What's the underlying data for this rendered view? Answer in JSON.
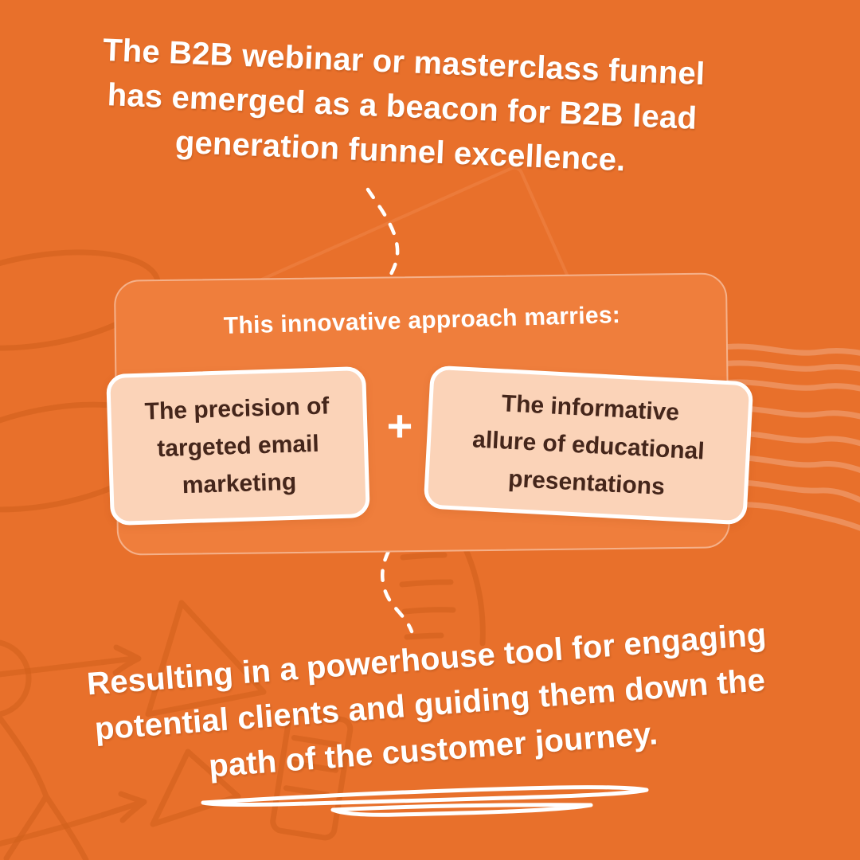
{
  "colors": {
    "bg": "#E8702B",
    "card-bg": "#EF7E3C",
    "card-border": "#F5B18A",
    "box-bg": "#FBD3B8",
    "box-border": "#FFFFFF",
    "box-text": "#45261B",
    "heading-text": "#FFFFFF",
    "doodle-dark": "#D2611D",
    "doodle-light": "#ED8F5A",
    "doodle-faint": "#F08448"
  },
  "top_heading": {
    "lines": [
      "The B2B webinar or masterclass funnel",
      "has emerged as a beacon for B2B lead",
      "generation funnel excellence."
    ]
  },
  "card": {
    "label": "This innovative approach marries:"
  },
  "left_box": {
    "lines": [
      "The precision of",
      "targeted email",
      "marketing"
    ]
  },
  "plus": {
    "symbol": "+"
  },
  "right_box": {
    "lines": [
      "The informative",
      "allure of educational",
      "presentations"
    ]
  },
  "bottom_heading": {
    "lines": [
      "Resulting in a powerhouse tool for engaging",
      "potential clients and guiding them down the",
      "path of the customer journey."
    ]
  }
}
